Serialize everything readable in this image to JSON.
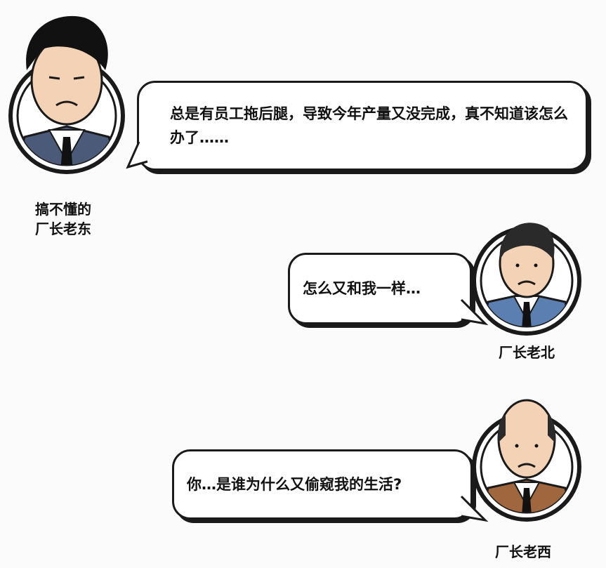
{
  "characters": [
    {
      "name_lines": [
        "搞不懂的",
        "厂长老东"
      ],
      "speech": "总是有员工拖后腿，导致今年产量又没完成，真不知道该怎么办了……",
      "suit_color": "#4a5a78"
    },
    {
      "name_lines": [
        "厂长老北"
      ],
      "speech": "怎么又和我一样…",
      "suit_color": "#5a7fb0"
    },
    {
      "name_lines": [
        "厂长老西"
      ],
      "speech": "你…是谁为什么又偷窥我的生活?",
      "suit_color": "#a0673f"
    }
  ]
}
